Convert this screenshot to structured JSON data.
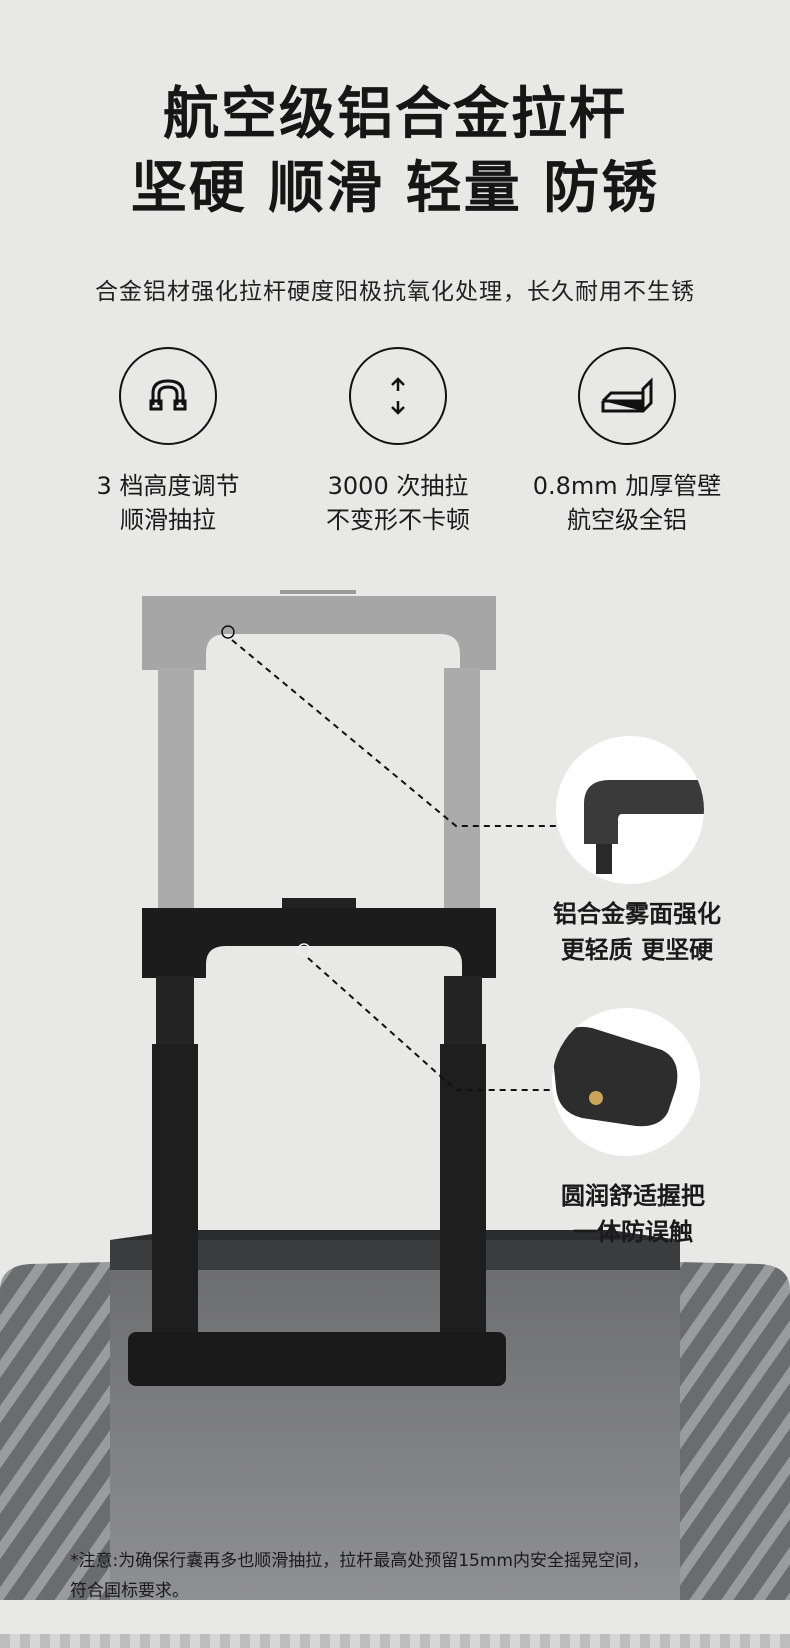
{
  "title": {
    "line1": "航空级铝合金拉杆",
    "line2": "坚硬 顺滑 轻量 防锈"
  },
  "subtitle": "合金铝材强化拉杆硬度阳极抗氧化处理，长久耐用不生锈",
  "features": [
    {
      "icon": "handle-icon",
      "line1": "3 档高度调节",
      "line2": "顺滑抽拉"
    },
    {
      "icon": "up-down-arrows-icon",
      "line1": "3000 次抽拉",
      "line2": "不变形不卡顿"
    },
    {
      "icon": "tube-wall-icon",
      "line1": "0.8mm 加厚管壁",
      "line2": "航空级全铝"
    }
  ],
  "callouts": [
    {
      "line1": "铝合金雾面强化",
      "line2": "更轻质 更坚硬"
    },
    {
      "line1": "圆润舒适握把",
      "line2": "一体防误触"
    }
  ],
  "note": {
    "line1": "*注意:为确保行囊再多也顺滑抽拉，拉杆最高处预留15mm内安全摇晃空间，",
    "line2": "符合国标要求。"
  },
  "colors": {
    "background": "#e8e8e6",
    "handle_gray": "#a6a6a6",
    "handle_dark": "#1c1c1c",
    "suitcase": "#5e5f61"
  }
}
